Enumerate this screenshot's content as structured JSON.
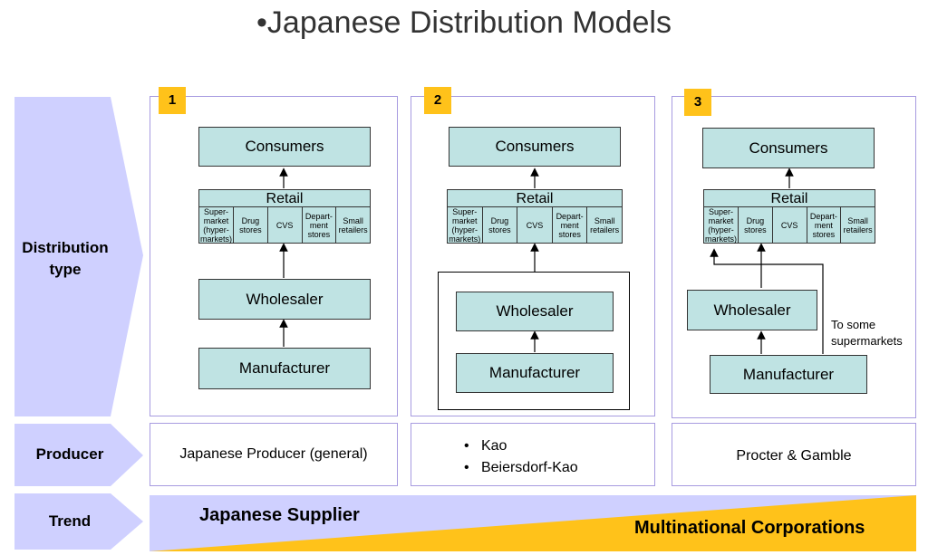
{
  "title": "•Japanese Distribution Models",
  "row_labels": {
    "distribution": "Distribution type",
    "producer": "Producer",
    "trend": "Trend"
  },
  "models": [
    {
      "badge": "1",
      "consumers": "Consumers",
      "retail": "Retail",
      "retail_cells": [
        "Super-market (hyper-markets)",
        "Drug stores",
        "CVS",
        "Depart-ment stores",
        "Small retailers"
      ],
      "wholesaler": "Wholesaler",
      "manufacturer": "Manufacturer",
      "producer": "Japanese Producer (general)"
    },
    {
      "badge": "2",
      "consumers": "Consumers",
      "retail": "Retail",
      "retail_cells": [
        "Super-market (hyper-markets)",
        "Drug stores",
        "CVS",
        "Depart-ment stores",
        "Small retailers"
      ],
      "wholesaler": "Wholesaler",
      "manufacturer": "Manufacturer",
      "producers": [
        "Kao",
        "Beiersdorf-Kao"
      ]
    },
    {
      "badge": "3",
      "consumers": "Consumers",
      "retail": "Retail",
      "retail_cells": [
        "Super-market (hyper-markets)",
        "Drug stores",
        "CVS",
        "Depart-ment stores",
        "Small retailers"
      ],
      "wholesaler": "Wholesaler",
      "manufacturer": "Manufacturer",
      "note": "To some supermarkets",
      "producer": "Procter & Gamble"
    }
  ],
  "trend": {
    "left": "Japanese Supplier",
    "right": "Multinational Corporations"
  },
  "colors": {
    "label_bg": "#cfd0ff",
    "box_bg": "#bfe3e3",
    "badge": "#ffc21a",
    "panel_border": "#a79be0",
    "trend_yellow": "#ffc21a"
  }
}
